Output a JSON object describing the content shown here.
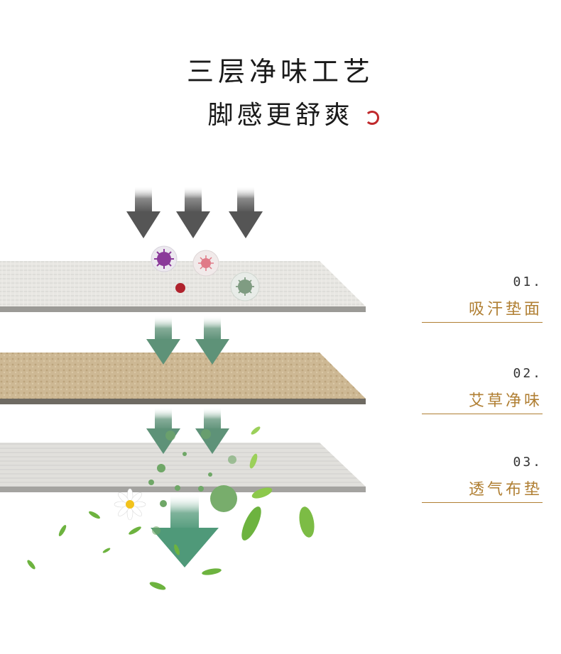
{
  "header": {
    "line1": "三层净味工艺",
    "line2": "脚感更舒爽"
  },
  "layers": [
    {
      "number": "01.",
      "name": "吸汗垫面"
    },
    {
      "number": "02.",
      "name": "艾草净味"
    },
    {
      "number": "03.",
      "name": "透气布垫"
    }
  ],
  "colors": {
    "label_gold": "#b07f33",
    "arrow_dark": "#555555",
    "arrow_green": "#5e9278",
    "layer_top": "#e6e5e1",
    "layer_mid": "#cdb894",
    "layer_bottom": "#deddd9",
    "seal_red": "#c0282b"
  }
}
